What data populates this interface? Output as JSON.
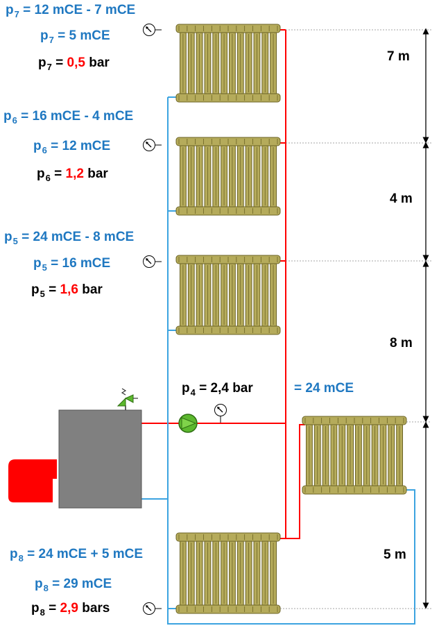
{
  "colors": {
    "supply": "#FF0000",
    "return": "#3BA3E0",
    "text_blue": "#1F78C1",
    "text_black": "#000000",
    "value_red": "#FF0000",
    "radiator_fill": "#B5AB5B",
    "radiator_stroke": "#6B6324",
    "boiler": "#808080",
    "burner": "#FF0000",
    "pump": "#5CB82E"
  },
  "icons": [
    "pressure-gauge-icon",
    "pump-icon",
    "safety-valve-icon",
    "boiler-icon",
    "burner-icon",
    "radiator-icon"
  ],
  "floor7": {
    "diff": {
      "sym": "p",
      "sub": "7",
      "text": "= 12 mCE - 7 mCE"
    },
    "mce": {
      "sym": "p",
      "sub": "7",
      "text": "= 5 mCE"
    },
    "bar": {
      "sym": "p",
      "sub": "7",
      "eq": "=",
      "value": "0,5",
      "unit": "bar"
    }
  },
  "floor6": {
    "diff": {
      "sym": "p",
      "sub": "6",
      "text": "= 16 mCE - 4 mCE"
    },
    "mce": {
      "sym": "p",
      "sub": "6",
      "text": "= 12 mCE"
    },
    "bar": {
      "sym": "p",
      "sub": "6",
      "eq": "=",
      "value": "1,2",
      "unit": "bar"
    }
  },
  "floor5": {
    "diff": {
      "sym": "p",
      "sub": "5",
      "text": "= 24 mCE - 8 mCE"
    },
    "mce": {
      "sym": "p",
      "sub": "5",
      "text": "= 16 mCE"
    },
    "bar": {
      "sym": "p",
      "sub": "5",
      "eq": "=",
      "value": "1,6",
      "unit": "bar"
    }
  },
  "pump_level": {
    "bar": {
      "sym": "p",
      "sub": "4",
      "text": "= 2,4 bar"
    },
    "mce": "= 24 mCE"
  },
  "floor8": {
    "diff": {
      "sym": "p",
      "sub": "8",
      "text": "= 24 mCE + 5 mCE"
    },
    "mce": {
      "sym": "p",
      "sub": "8",
      "text": "= 29 mCE"
    },
    "bar": {
      "sym": "p",
      "sub": "8",
      "eq": "=",
      "value": "2,9",
      "unit": "bars"
    }
  },
  "heights": {
    "h1": "7 m",
    "h2": "4 m",
    "h3": "8 m",
    "h4": "5 m"
  }
}
